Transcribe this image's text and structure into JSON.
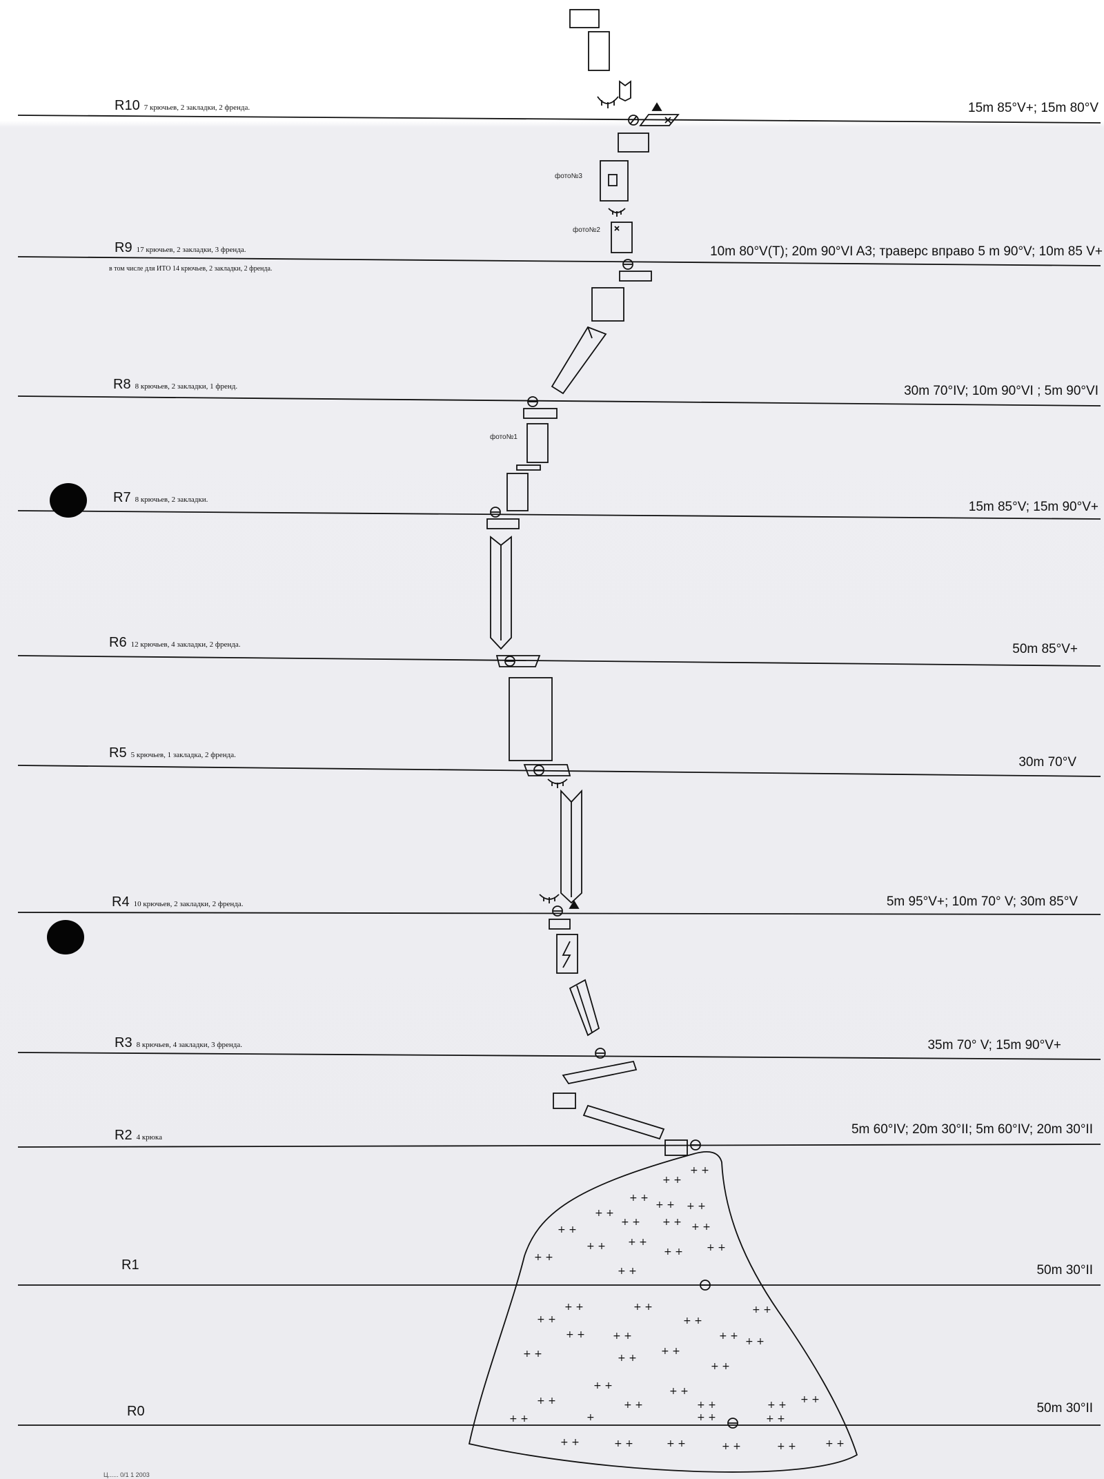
{
  "pitches": [
    {
      "label": "R10",
      "note": "7 крючьев, 2 закладки, 2 френда.",
      "description": "15m 85°V+; 15m 80°V"
    },
    {
      "label": "R9",
      "note": "17 крючьев, 2 закладки, 3 френда.",
      "subnote": "в том числе для ИТО 14 крючьев, 2 закладки, 2 френда.",
      "description": "10m 80°V(T); 20m 90°VI A3; траверс вправо 5 m 90°V; 10m 85 V+"
    },
    {
      "label": "R8",
      "note": "8 крючьев, 2 закладки, 1 френд.",
      "description": "30m 70°IV; 10m 90°VI ; 5m 90°VI"
    },
    {
      "label": "R7",
      "note": "8 крючьев, 2 закладки.",
      "description": "15m 85°V; 15m 90°V+"
    },
    {
      "label": "R6",
      "note": "12 крючьев, 4 закладки, 2 френда.",
      "description": "50m 85°V+"
    },
    {
      "label": "R5",
      "note": "5 крючьев, 1 закладка, 2 френда.",
      "description": "30m 70°V"
    },
    {
      "label": "R4",
      "note": "10 крючьев, 2 закладки, 2 френда.",
      "description": "5m 95°V+; 10m 70° V; 30m 85°V"
    },
    {
      "label": "R3",
      "note": "8 крючьев, 4 закладки, 3 френда.",
      "description": "35m 70° V; 15m 90°V+"
    },
    {
      "label": "R2",
      "note": "4 крюка",
      "description": "5m 60°IV; 20m 30°II; 5m 60°IV; 20m 30°II"
    },
    {
      "label": "R1",
      "note": "",
      "description": "50m 30°II"
    },
    {
      "label": "R0",
      "note": "",
      "description": "50m 30°II"
    }
  ],
  "photos": [
    "фото№3",
    "фото№2",
    "фото№1"
  ],
  "footer": "Ц...... 0/1 1 2003"
}
